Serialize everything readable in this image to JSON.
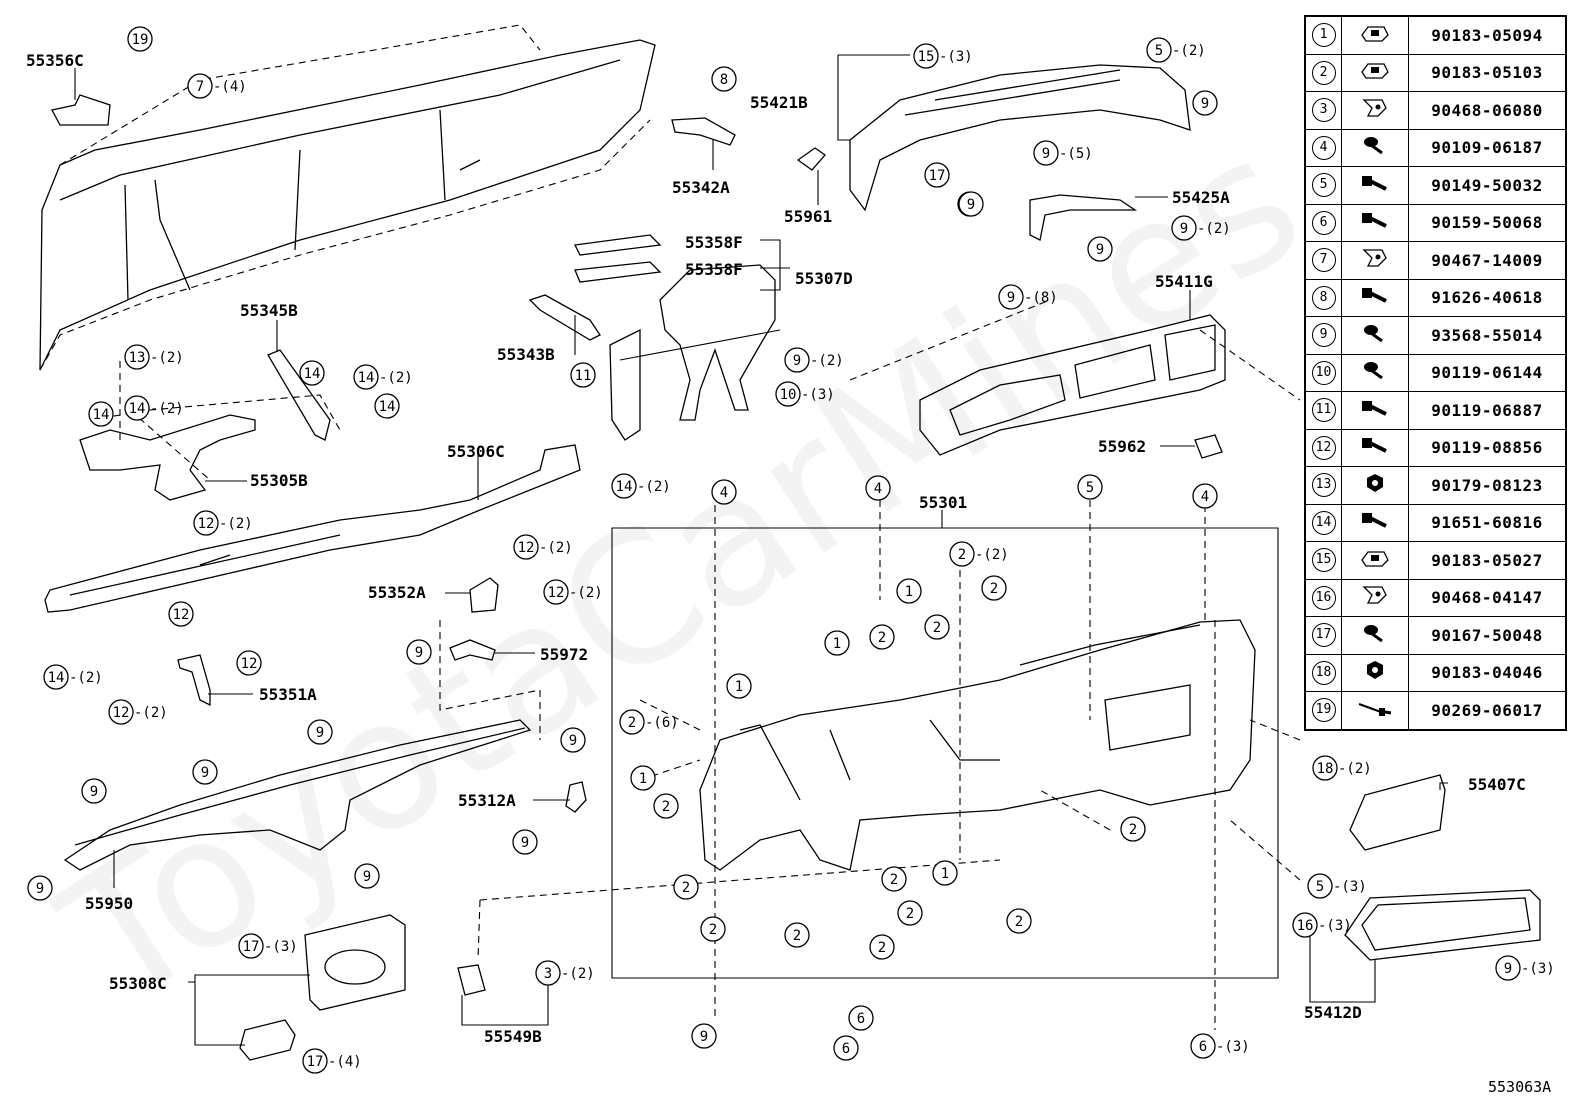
{
  "watermark": "ToyotaCarMines",
  "figure_ref": "553063A",
  "part_labels": [
    "55356C",
    "55342A",
    "55421B",
    "55961",
    "55425A",
    "55358F",
    "55358F",
    "55307D",
    "55343B",
    "55345B",
    "55411G",
    "55305B",
    "55306C",
    "55962",
    "55301",
    "55352A",
    "55972",
    "55351A",
    "55407C",
    "55312A",
    "55950",
    "55308C",
    "55549B",
    "55412D"
  ],
  "callouts": [
    {
      "n": "19",
      "q": ""
    },
    {
      "n": "7",
      "q": "-(4)"
    },
    {
      "n": "8",
      "q": ""
    },
    {
      "n": "15",
      "q": "-(3)"
    },
    {
      "n": "5",
      "q": "-(2)"
    },
    {
      "n": "9",
      "q": ""
    },
    {
      "n": "9",
      "q": "-(5)"
    },
    {
      "n": "17",
      "q": ""
    },
    {
      "n": "9",
      "q": ""
    },
    {
      "n": "9",
      "q": "-(2)"
    },
    {
      "n": "9",
      "q": ""
    },
    {
      "n": "9",
      "q": "-(8)"
    },
    {
      "n": "11",
      "q": ""
    },
    {
      "n": "9",
      "q": "-(2)"
    },
    {
      "n": "10",
      "q": "-(3)"
    },
    {
      "n": "13",
      "q": "-(2)"
    },
    {
      "n": "14",
      "q": ""
    },
    {
      "n": "14",
      "q": "-(2)"
    },
    {
      "n": "14",
      "q": ""
    },
    {
      "n": "14",
      "q": "-(2)"
    },
    {
      "n": "14",
      "q": ""
    },
    {
      "n": "12",
      "q": "-(2)"
    },
    {
      "n": "14",
      "q": "-(2)"
    },
    {
      "n": "12",
      "q": "-(2)"
    },
    {
      "n": "12",
      "q": "-(2)"
    },
    {
      "n": "12",
      "q": ""
    },
    {
      "n": "12",
      "q": ""
    },
    {
      "n": "12",
      "q": "-(2)"
    },
    {
      "n": "14",
      "q": "-(2)"
    },
    {
      "n": "9",
      "q": ""
    },
    {
      "n": "4",
      "q": ""
    },
    {
      "n": "4",
      "q": ""
    },
    {
      "n": "5",
      "q": ""
    },
    {
      "n": "4",
      "q": ""
    },
    {
      "n": "2",
      "q": "-(2)"
    },
    {
      "n": "1",
      "q": ""
    },
    {
      "n": "2",
      "q": ""
    },
    {
      "n": "1",
      "q": ""
    },
    {
      "n": "2",
      "q": ""
    },
    {
      "n": "2",
      "q": ""
    },
    {
      "n": "1",
      "q": ""
    },
    {
      "n": "2",
      "q": "-(6)"
    },
    {
      "n": "1",
      "q": ""
    },
    {
      "n": "2",
      "q": ""
    },
    {
      "n": "2",
      "q": ""
    },
    {
      "n": "2",
      "q": ""
    },
    {
      "n": "1",
      "q": ""
    },
    {
      "n": "2",
      "q": ""
    },
    {
      "n": "2",
      "q": ""
    },
    {
      "n": "2",
      "q": ""
    },
    {
      "n": "2",
      "q": ""
    },
    {
      "n": "2",
      "q": ""
    },
    {
      "n": "6",
      "q": ""
    },
    {
      "n": "6",
      "q": ""
    },
    {
      "n": "9",
      "q": ""
    },
    {
      "n": "6",
      "q": "-(3)"
    },
    {
      "n": "18",
      "q": "-(2)"
    },
    {
      "n": "5",
      "q": "-(3)"
    },
    {
      "n": "16",
      "q": "-(3)"
    },
    {
      "n": "9",
      "q": "-(3)"
    },
    {
      "n": "9",
      "q": ""
    },
    {
      "n": "9",
      "q": ""
    },
    {
      "n": "9",
      "q": ""
    },
    {
      "n": "9",
      "q": ""
    },
    {
      "n": "9",
      "q": ""
    },
    {
      "n": "9",
      "q": ""
    },
    {
      "n": "9",
      "q": ""
    },
    {
      "n": "9",
      "q": ""
    },
    {
      "n": "17",
      "q": "-(3)"
    },
    {
      "n": "17",
      "q": "-(4)"
    },
    {
      "n": "3",
      "q": "-(2)"
    },
    {
      "n": "2",
      "q": ""
    }
  ],
  "legend": [
    {
      "n": "1",
      "icon": "clip-nut-icon",
      "pn": "90183-05094"
    },
    {
      "n": "2",
      "icon": "clip-nut-icon",
      "pn": "90183-05103"
    },
    {
      "n": "3",
      "icon": "clip-icon",
      "pn": "90468-06080"
    },
    {
      "n": "4",
      "icon": "screw-icon",
      "pn": "90109-06187"
    },
    {
      "n": "5",
      "icon": "bolt-icon",
      "pn": "90149-50032"
    },
    {
      "n": "6",
      "icon": "bolt-icon",
      "pn": "90159-50068"
    },
    {
      "n": "7",
      "icon": "clip-icon",
      "pn": "90467-14009"
    },
    {
      "n": "8",
      "icon": "bolt-icon",
      "pn": "91626-40618"
    },
    {
      "n": "9",
      "icon": "screw-icon",
      "pn": "93568-55014"
    },
    {
      "n": "10",
      "icon": "screw-icon",
      "pn": "90119-06144"
    },
    {
      "n": "11",
      "icon": "bolt-icon",
      "pn": "90119-06887"
    },
    {
      "n": "12",
      "icon": "bolt-icon",
      "pn": "90119-08856"
    },
    {
      "n": "13",
      "icon": "nut-icon",
      "pn": "90179-08123"
    },
    {
      "n": "14",
      "icon": "bolt-icon",
      "pn": "91651-60816"
    },
    {
      "n": "15",
      "icon": "clip-nut-icon",
      "pn": "90183-05027"
    },
    {
      "n": "16",
      "icon": "clip-icon",
      "pn": "90468-04147"
    },
    {
      "n": "17",
      "icon": "screw-icon",
      "pn": "90167-50048"
    },
    {
      "n": "18",
      "icon": "nut-icon",
      "pn": "90183-04046"
    },
    {
      "n": "19",
      "icon": "pin-icon",
      "pn": "90269-06017"
    }
  ]
}
